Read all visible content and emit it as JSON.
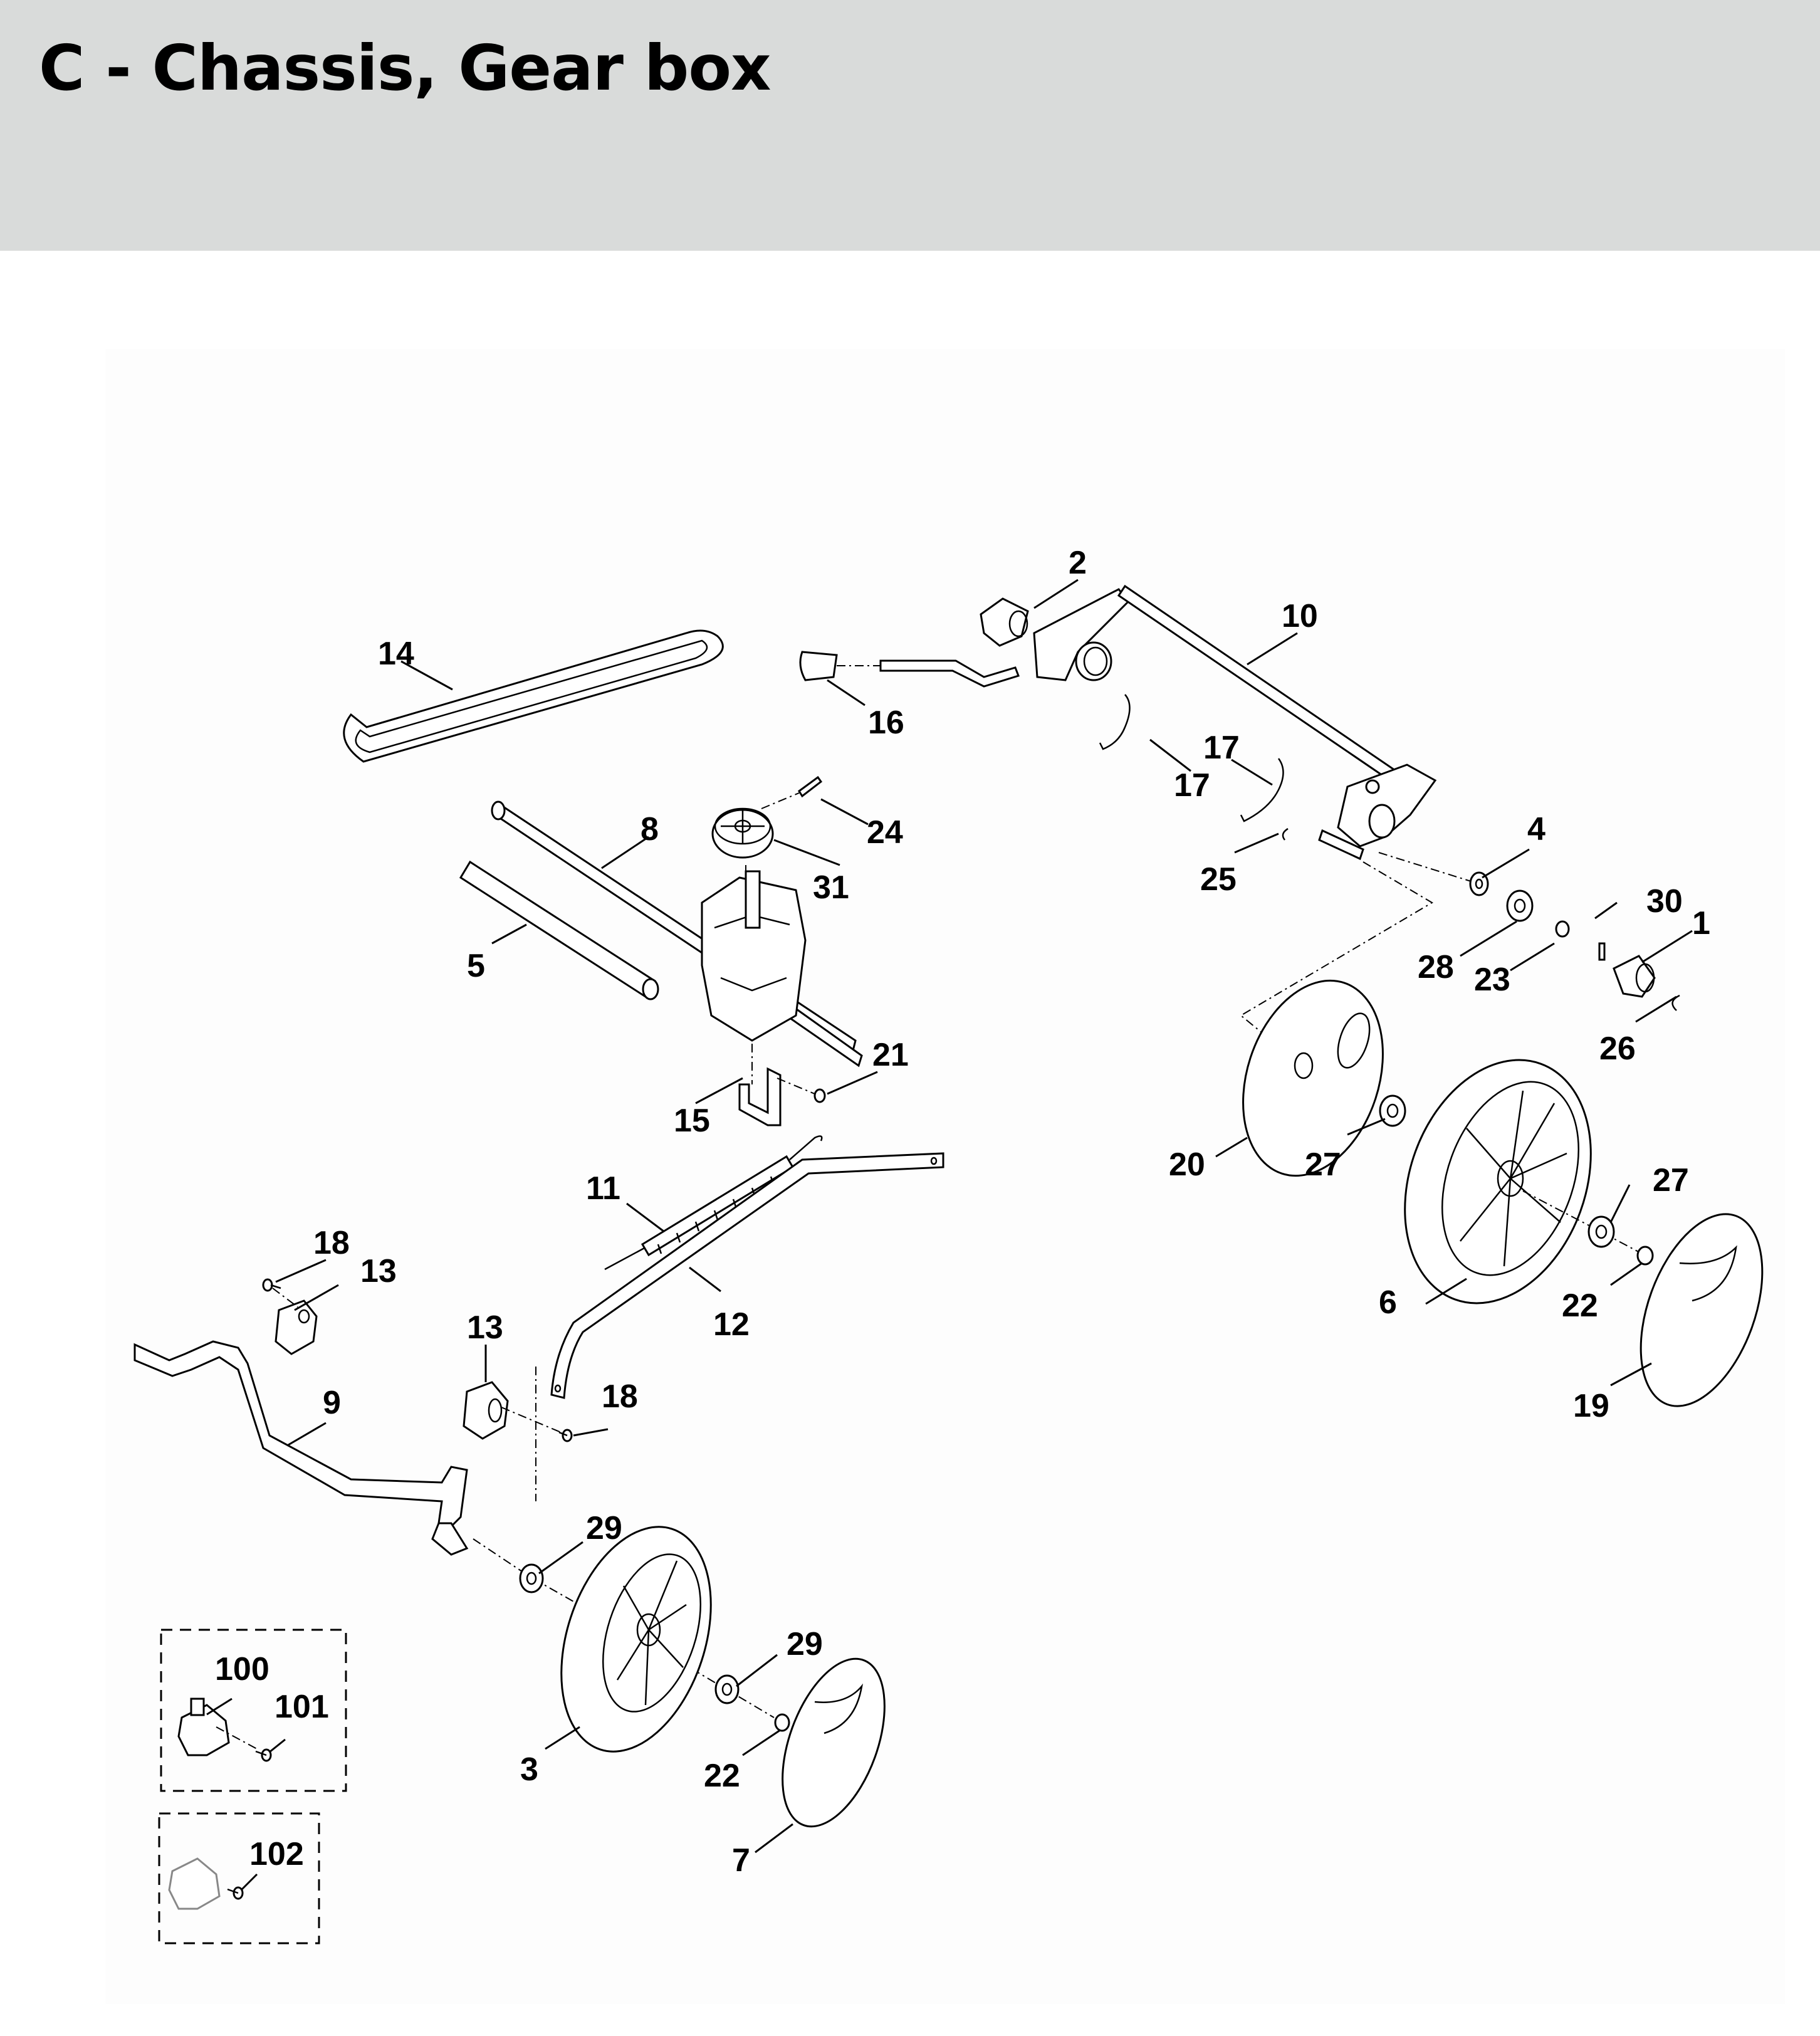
{
  "header": {
    "title": "C - Chassis, Gear box",
    "background_color": "#d9dbda"
  },
  "diagram": {
    "background_color": "#fdfdfd",
    "callouts": [
      {
        "id": "c1",
        "label": "1"
      },
      {
        "id": "c2",
        "label": "2"
      },
      {
        "id": "c3",
        "label": "3"
      },
      {
        "id": "c4",
        "label": "4"
      },
      {
        "id": "c5",
        "label": "5"
      },
      {
        "id": "c6",
        "label": "6"
      },
      {
        "id": "c7",
        "label": "7"
      },
      {
        "id": "c8",
        "label": "8"
      },
      {
        "id": "c9",
        "label": "9"
      },
      {
        "id": "c10",
        "label": "10"
      },
      {
        "id": "c11",
        "label": "11"
      },
      {
        "id": "c12",
        "label": "12"
      },
      {
        "id": "c13a",
        "label": "13"
      },
      {
        "id": "c13b",
        "label": "13"
      },
      {
        "id": "c14",
        "label": "14"
      },
      {
        "id": "c15",
        "label": "15"
      },
      {
        "id": "c16",
        "label": "16"
      },
      {
        "id": "c17a",
        "label": "17"
      },
      {
        "id": "c17b",
        "label": "17"
      },
      {
        "id": "c18a",
        "label": "18"
      },
      {
        "id": "c18b",
        "label": "18"
      },
      {
        "id": "c19",
        "label": "19"
      },
      {
        "id": "c20",
        "label": "20"
      },
      {
        "id": "c21",
        "label": "21"
      },
      {
        "id": "c22a",
        "label": "22"
      },
      {
        "id": "c22b",
        "label": "22"
      },
      {
        "id": "c23",
        "label": "23"
      },
      {
        "id": "c24",
        "label": "24"
      },
      {
        "id": "c25",
        "label": "25"
      },
      {
        "id": "c26",
        "label": "26"
      },
      {
        "id": "c27a",
        "label": "27"
      },
      {
        "id": "c27b",
        "label": "27"
      },
      {
        "id": "c28",
        "label": "28"
      },
      {
        "id": "c29a",
        "label": "29"
      },
      {
        "id": "c29b",
        "label": "29"
      },
      {
        "id": "c30",
        "label": "30"
      },
      {
        "id": "c31",
        "label": "31"
      },
      {
        "id": "c100",
        "label": "100"
      },
      {
        "id": "c101",
        "label": "101"
      },
      {
        "id": "c102",
        "label": "102"
      }
    ]
  }
}
